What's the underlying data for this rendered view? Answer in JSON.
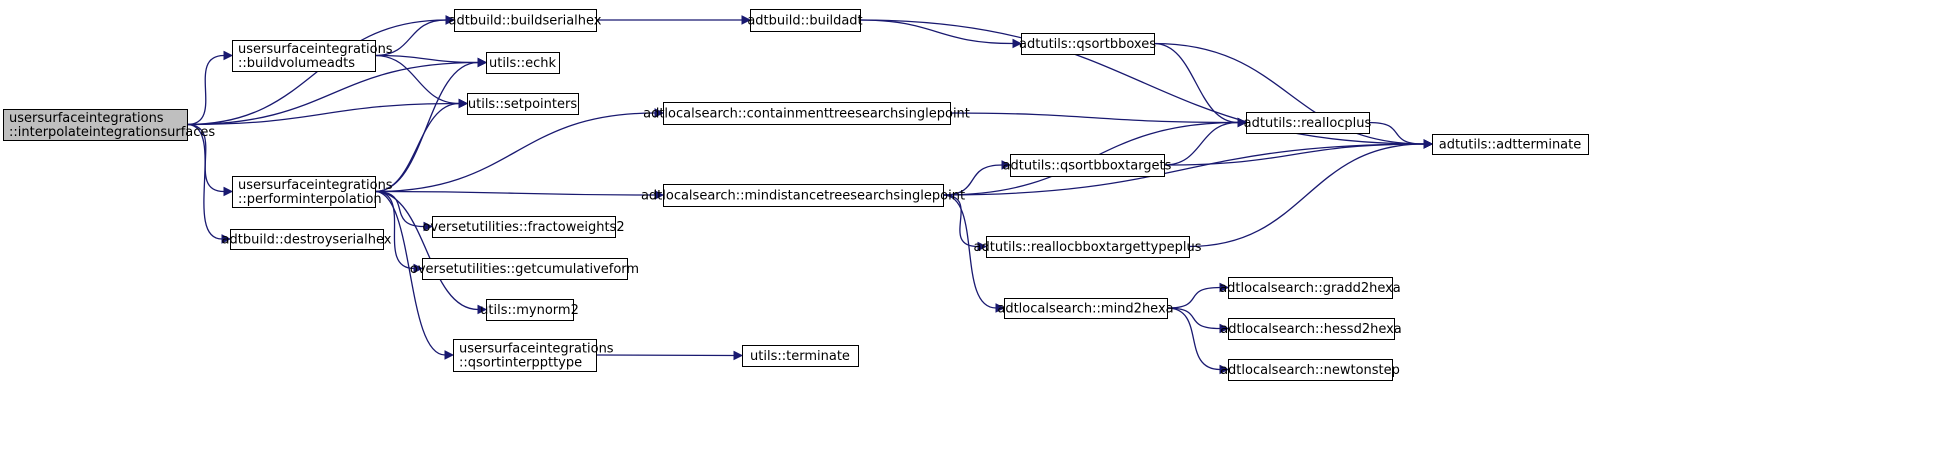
{
  "colors": {
    "node_fill": "#ffffff",
    "root_fill": "#bfbfbf",
    "edge": "#191970",
    "border": "#000000"
  },
  "nodes": {
    "root": {
      "lines": [
        "usersurfaceintegrations",
        "::interpolateintegrationsurfaces"
      ],
      "highlight": true
    },
    "buildserialhex": {
      "lines": [
        "adtbuild::buildserialhex"
      ]
    },
    "buildvolumeadts": {
      "lines": [
        "usersurfaceintegrations",
        "::buildvolumeadts"
      ]
    },
    "echk": {
      "lines": [
        "utils::echk"
      ]
    },
    "setpointers": {
      "lines": [
        "utils::setpointers"
      ]
    },
    "performinterpolation": {
      "lines": [
        "usersurfaceintegrations",
        "::performinterpolation"
      ]
    },
    "destroyserialhex": {
      "lines": [
        "adtbuild::destroyserialhex"
      ]
    },
    "buildadt": {
      "lines": [
        "adtbuild::buildadt"
      ]
    },
    "qsortbboxes": {
      "lines": [
        "adtutils::qsortbboxes"
      ]
    },
    "containment": {
      "lines": [
        "adtlocalsearch::containmenttreesearchsinglepoint"
      ]
    },
    "mindistance": {
      "lines": [
        "adtlocalsearch::mindistancetreesearchsinglepoint"
      ]
    },
    "fractoweights2": {
      "lines": [
        "oversetutilities::fractoweights2"
      ]
    },
    "getcumulativeform": {
      "lines": [
        "oversetutilities::getcumulativeform"
      ]
    },
    "mynorm2": {
      "lines": [
        "utils::mynorm2"
      ]
    },
    "qsortinterppttype": {
      "lines": [
        "usersurfaceintegrations",
        "::qsortinterppttype"
      ]
    },
    "reallocplus": {
      "lines": [
        "adtutils::reallocplus"
      ]
    },
    "qsortbboxtargets": {
      "lines": [
        "adtutils::qsortbboxtargets"
      ]
    },
    "reallocbboxtargettypeplus": {
      "lines": [
        "adtutils::reallocbboxtargettypeplus"
      ]
    },
    "mind2hexa": {
      "lines": [
        "adtlocalsearch::mind2hexa"
      ]
    },
    "terminate": {
      "lines": [
        "utils::terminate"
      ]
    },
    "adtterminate": {
      "lines": [
        "adtutils::adtterminate"
      ]
    },
    "gradd2hexa": {
      "lines": [
        "adtlocalsearch::gradd2hexa"
      ]
    },
    "hessd2hexa": {
      "lines": [
        "adtlocalsearch::hessd2hexa"
      ]
    },
    "newtonstep": {
      "lines": [
        "adtlocalsearch::newtonstep"
      ]
    }
  },
  "edges": [
    [
      "root",
      "buildserialhex"
    ],
    [
      "root",
      "buildvolumeadts"
    ],
    [
      "root",
      "echk"
    ],
    [
      "root",
      "setpointers"
    ],
    [
      "root",
      "performinterpolation"
    ],
    [
      "root",
      "destroyserialhex"
    ],
    [
      "buildvolumeadts",
      "buildserialhex"
    ],
    [
      "buildvolumeadts",
      "echk"
    ],
    [
      "buildvolumeadts",
      "setpointers"
    ],
    [
      "buildserialhex",
      "buildadt"
    ],
    [
      "buildadt",
      "qsortbboxes"
    ],
    [
      "buildadt",
      "adtterminate"
    ],
    [
      "qsortbboxes",
      "reallocplus"
    ],
    [
      "qsortbboxes",
      "adtterminate"
    ],
    [
      "performinterpolation",
      "echk"
    ],
    [
      "performinterpolation",
      "setpointers"
    ],
    [
      "performinterpolation",
      "containment"
    ],
    [
      "performinterpolation",
      "mindistance"
    ],
    [
      "performinterpolation",
      "fractoweights2"
    ],
    [
      "performinterpolation",
      "getcumulativeform"
    ],
    [
      "performinterpolation",
      "mynorm2"
    ],
    [
      "performinterpolation",
      "qsortinterppttype"
    ],
    [
      "containment",
      "reallocplus"
    ],
    [
      "mindistance",
      "reallocplus"
    ],
    [
      "mindistance",
      "qsortbboxtargets"
    ],
    [
      "mindistance",
      "adtterminate"
    ],
    [
      "mindistance",
      "reallocbboxtargettypeplus"
    ],
    [
      "mindistance",
      "mind2hexa"
    ],
    [
      "qsortbboxtargets",
      "reallocplus"
    ],
    [
      "qsortbboxtargets",
      "adtterminate"
    ],
    [
      "reallocplus",
      "adtterminate"
    ],
    [
      "reallocbboxtargettypeplus",
      "adtterminate"
    ],
    [
      "mind2hexa",
      "gradd2hexa"
    ],
    [
      "mind2hexa",
      "hessd2hexa"
    ],
    [
      "mind2hexa",
      "newtonstep"
    ],
    [
      "qsortinterppttype",
      "terminate"
    ]
  ]
}
